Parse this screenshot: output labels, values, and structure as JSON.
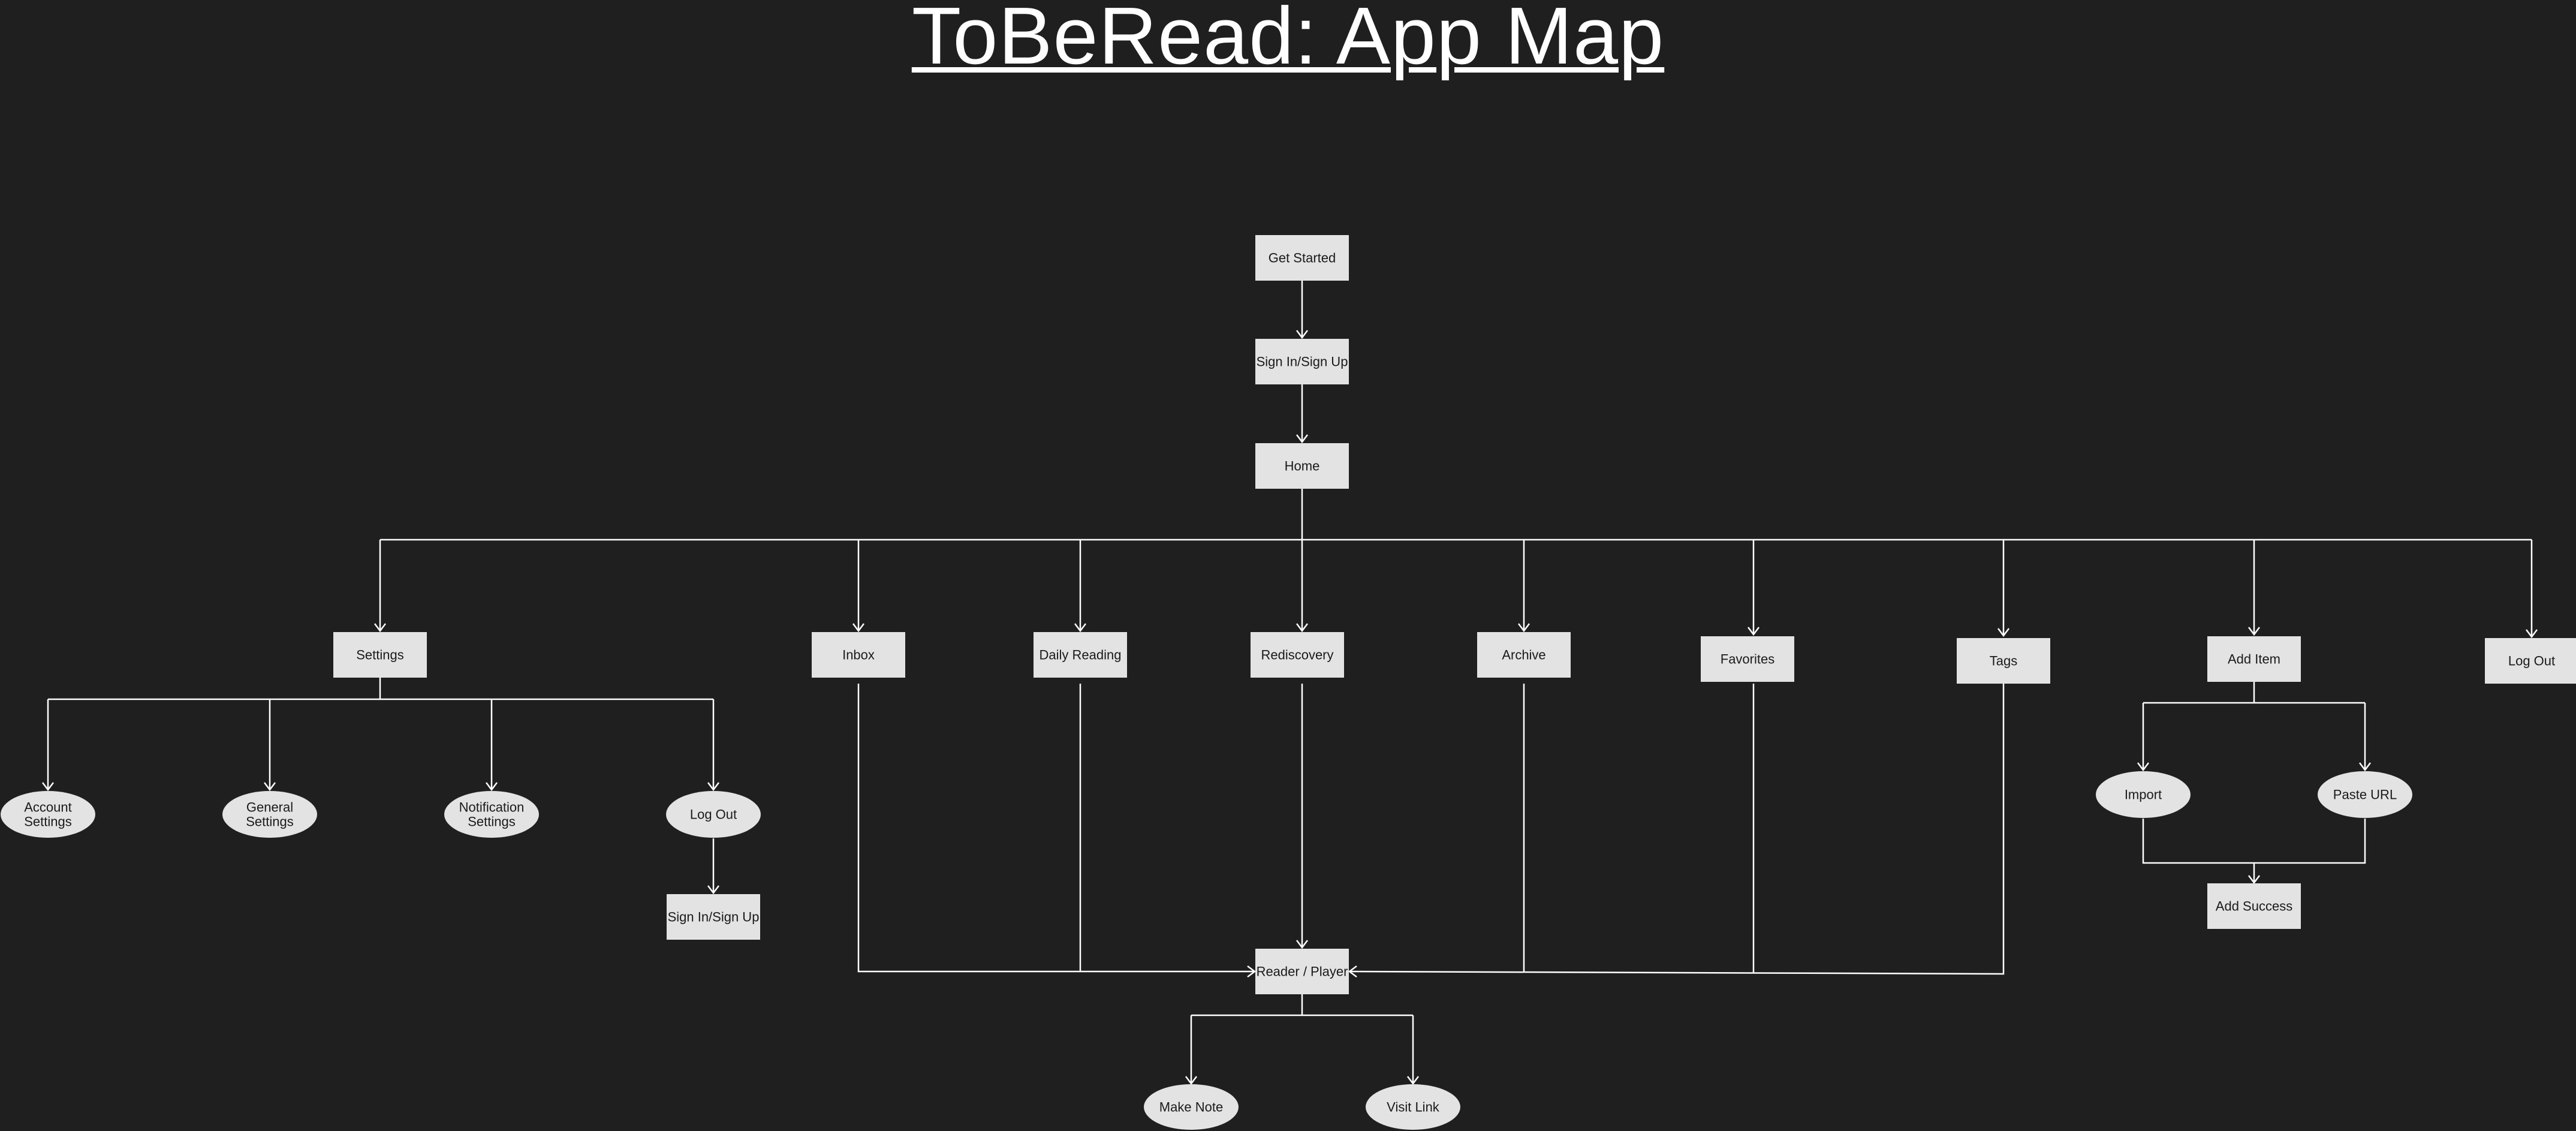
{
  "title": "ToBeRead: App Map",
  "colors": {
    "background": "#1f1f1f",
    "node_fill": "#e3e3e3",
    "line": "#ffffff",
    "title": "#ffffff"
  },
  "nodes": [
    {
      "id": "get-started",
      "shape": "rect",
      "lines": [
        "Get Started"
      ]
    },
    {
      "id": "sign-in-sign-up",
      "shape": "rect",
      "lines": [
        "Sign In/Sign Up"
      ]
    },
    {
      "id": "home",
      "shape": "rect",
      "lines": [
        "Home"
      ]
    },
    {
      "id": "settings",
      "shape": "rect",
      "lines": [
        "Settings"
      ]
    },
    {
      "id": "inbox",
      "shape": "rect",
      "lines": [
        "Inbox"
      ]
    },
    {
      "id": "daily-reading",
      "shape": "rect",
      "lines": [
        "Daily Reading"
      ]
    },
    {
      "id": "rediscovery",
      "shape": "rect",
      "lines": [
        "Rediscovery"
      ]
    },
    {
      "id": "archive",
      "shape": "rect",
      "lines": [
        "Archive"
      ]
    },
    {
      "id": "favorites",
      "shape": "rect",
      "lines": [
        "Favorites"
      ]
    },
    {
      "id": "tags",
      "shape": "rect",
      "lines": [
        "Tags"
      ]
    },
    {
      "id": "add-item",
      "shape": "rect",
      "lines": [
        "Add Item"
      ]
    },
    {
      "id": "log-out-main",
      "shape": "rect",
      "lines": [
        "Log Out"
      ]
    },
    {
      "id": "account-settings",
      "shape": "ellipse",
      "lines": [
        "Account",
        "Settings"
      ]
    },
    {
      "id": "general-settings",
      "shape": "ellipse",
      "lines": [
        "General",
        "Settings"
      ]
    },
    {
      "id": "notification-settings",
      "shape": "ellipse",
      "lines": [
        "Notification",
        "Settings"
      ]
    },
    {
      "id": "log-out-settings",
      "shape": "ellipse",
      "lines": [
        "Log Out"
      ]
    },
    {
      "id": "sign-in-sign-up-2",
      "shape": "rect",
      "lines": [
        "Sign In/Sign Up"
      ]
    },
    {
      "id": "import",
      "shape": "ellipse",
      "lines": [
        "Import"
      ]
    },
    {
      "id": "paste-url",
      "shape": "ellipse",
      "lines": [
        "Paste URL"
      ]
    },
    {
      "id": "add-success",
      "shape": "rect",
      "lines": [
        "Add Success"
      ]
    },
    {
      "id": "reader-player",
      "shape": "rect",
      "lines": [
        "Reader / Player"
      ]
    },
    {
      "id": "make-note",
      "shape": "ellipse",
      "lines": [
        "Make Note"
      ]
    },
    {
      "id": "visit-link",
      "shape": "ellipse",
      "lines": [
        "Visit Link"
      ]
    }
  ]
}
